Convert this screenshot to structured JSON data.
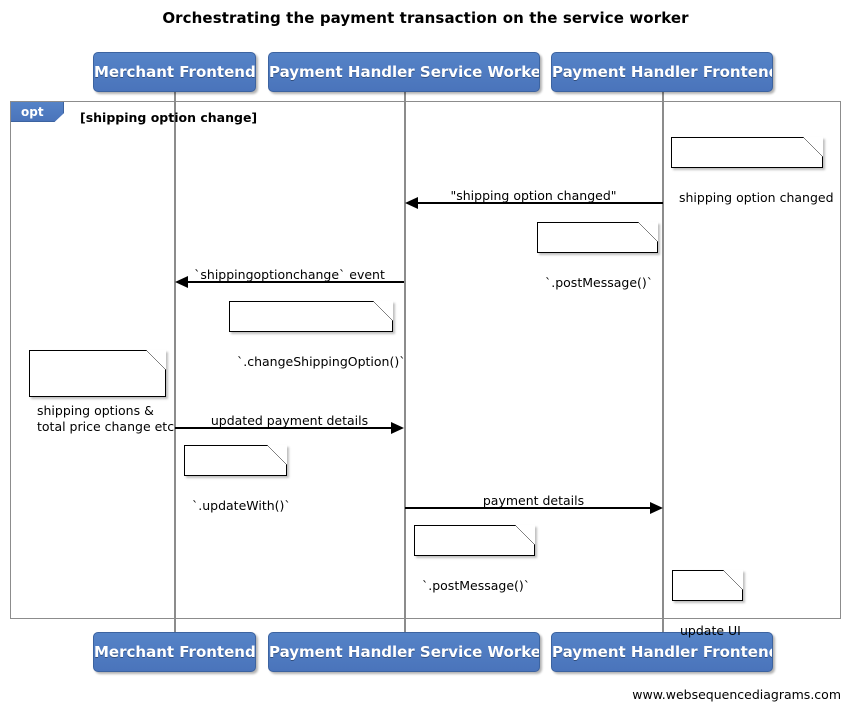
{
  "diagram": {
    "title": "Orchestrating the payment transaction on the service worker",
    "footer": "www.websequencediagrams.com",
    "colors": {
      "participant_fill": "#4c7ac0",
      "participant_border": "#3c63a0",
      "lifeline": "#8c8c8c",
      "frame_border": "#8c8c8c",
      "arrow": "#000000",
      "note_fill": "#ffffff",
      "note_border": "#000000",
      "background": "#ffffff"
    }
  },
  "participants": [
    {
      "id": "merchant-frontend",
      "label": "Merchant Frontend"
    },
    {
      "id": "payment-handler-service-worker",
      "label": "Payment Handler Service Worker"
    },
    {
      "id": "payment-handler-frontend",
      "label": "Payment Handler Frontend"
    }
  ],
  "participants_bottom": [
    {
      "id": "merchant-frontend",
      "label": "Merchant Frontend"
    },
    {
      "id": "payment-handler-service-worker",
      "label": "Payment Handler Service Worker"
    },
    {
      "id": "payment-handler-frontend",
      "label": "Payment Handler Frontend"
    }
  ],
  "fragment": {
    "type": "opt",
    "tag_label": "opt",
    "condition": "[shipping option change]"
  },
  "messages": [
    {
      "id": "shipping-option-changed",
      "label": "\"shipping option changed\"",
      "from": "payment-handler-frontend",
      "to": "payment-handler-service-worker",
      "direction": "left"
    },
    {
      "id": "shippingoptionchange-event",
      "label": "`shippingoptionchange` event",
      "from": "payment-handler-service-worker",
      "to": "merchant-frontend",
      "direction": "left"
    },
    {
      "id": "updated-payment-details",
      "label": "updated payment details",
      "from": "merchant-frontend",
      "to": "payment-handler-service-worker",
      "direction": "right"
    },
    {
      "id": "payment-details",
      "label": "payment details",
      "from": "payment-handler-service-worker",
      "to": "payment-handler-frontend",
      "direction": "right"
    }
  ],
  "notes": [
    {
      "id": "note-shipping-option-changed",
      "text": "shipping option changed"
    },
    {
      "id": "note-post-message-1",
      "text": "`.postMessage()`"
    },
    {
      "id": "note-change-shipping-option",
      "text": "`.changeShippingOption()`"
    },
    {
      "id": "note-shipping-options-total-price",
      "text": "shipping options &\ntotal price change etc"
    },
    {
      "id": "note-update-with",
      "text": "`.updateWith()`"
    },
    {
      "id": "note-post-message-2",
      "text": "`.postMessage()`"
    },
    {
      "id": "note-update-ui",
      "text": "update UI"
    }
  ]
}
